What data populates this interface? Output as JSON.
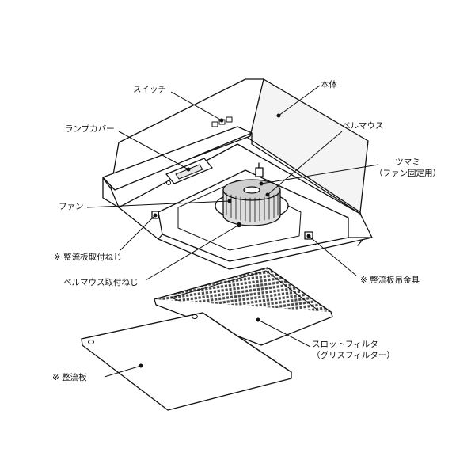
{
  "labels": {
    "switch": "スイッチ",
    "body": "本体",
    "lamp_cover": "ランプカバー",
    "bell_mouth": "ベルマウス",
    "knob_line1": "ツマミ",
    "knob_line2": "（ファン固定用）",
    "fan": "ファン",
    "plate_screw": "※ 整流板取付ねじ",
    "hanger": "※ 整流板吊金具",
    "bell_screw": "ベルマウス取付ねじ",
    "filter_line1": "スロットフィルタ",
    "filter_line2": "（グリスフィルター）",
    "plate": "※ 整流板"
  },
  "colors": {
    "line": "#111111",
    "body_side": "#f4f4f4",
    "fan": "#cccccc",
    "filter": "#555555"
  }
}
